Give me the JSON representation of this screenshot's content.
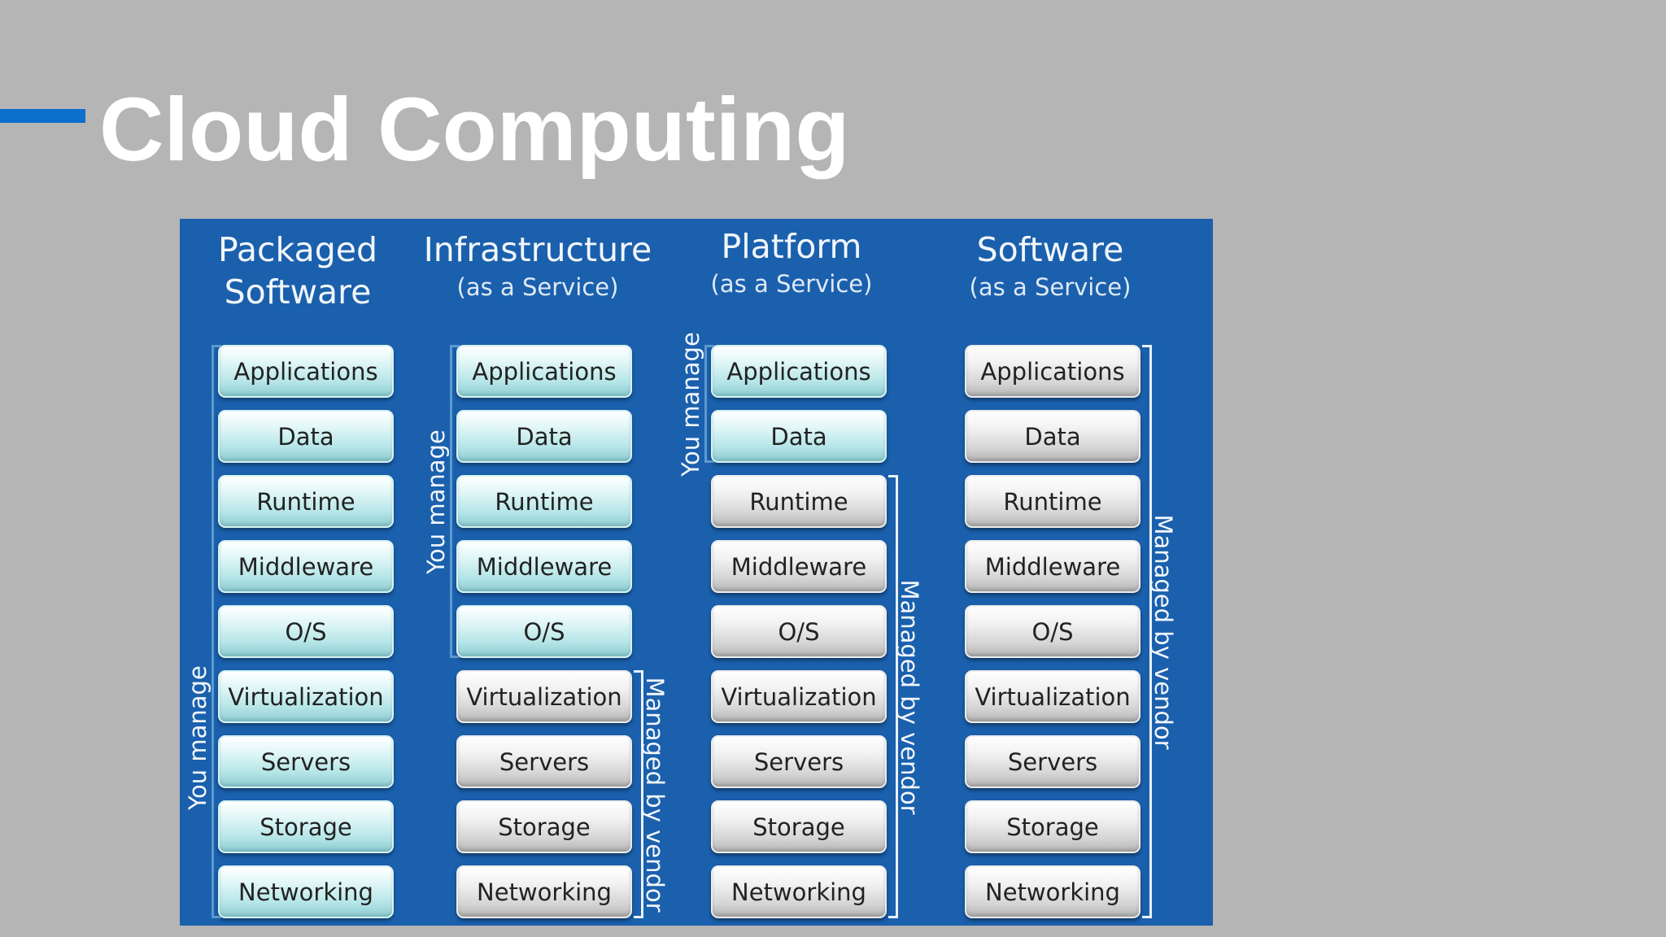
{
  "slide": {
    "title": "Cloud Computing",
    "accent_color": "#0b6fcb",
    "background_color": "#b6b5b6"
  },
  "diagram": {
    "background_color": "#1a60ad",
    "you_manage_color": "#b7e6e8",
    "vendor_color": "#d4d4d4",
    "columns": [
      {
        "title": "Packaged",
        "subtitle": "Software",
        "layers": [
          "Applications",
          "Data",
          "Runtime",
          "Middleware",
          "O/S",
          "Virtualization",
          "Servers",
          "Storage",
          "Networking"
        ],
        "you_manage_count": 9,
        "you_manage_label": "You manage",
        "vendor_label": ""
      },
      {
        "title": "Infrastructure",
        "subtitle": "(as a Service)",
        "layers": [
          "Applications",
          "Data",
          "Runtime",
          "Middleware",
          "O/S",
          "Virtualization",
          "Servers",
          "Storage",
          "Networking"
        ],
        "you_manage_count": 5,
        "you_manage_label": "You manage",
        "vendor_label": "Managed by vendor"
      },
      {
        "title": "Platform",
        "subtitle": "(as a Service)",
        "layers": [
          "Applications",
          "Data",
          "Runtime",
          "Middleware",
          "O/S",
          "Virtualization",
          "Servers",
          "Storage",
          "Networking"
        ],
        "you_manage_count": 2,
        "you_manage_label": "You manage",
        "vendor_label": "Managed by vendor"
      },
      {
        "title": "Software",
        "subtitle": "(as a Service)",
        "layers": [
          "Applications",
          "Data",
          "Runtime",
          "Middleware",
          "O/S",
          "Virtualization",
          "Servers",
          "Storage",
          "Networking"
        ],
        "you_manage_count": 0,
        "you_manage_label": "",
        "vendor_label": "Managed by vendor"
      }
    ]
  }
}
